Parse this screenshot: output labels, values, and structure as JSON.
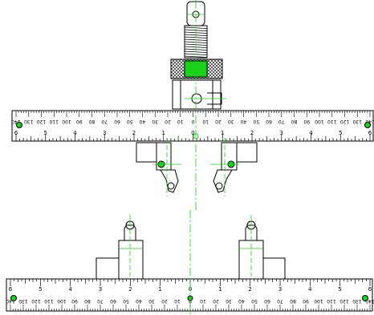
{
  "colors": {
    "line": "#000000",
    "center": "#00c800",
    "knurl": "#000000"
  },
  "top_ruler": {
    "inch_labels": [
      "6",
      "5",
      "4",
      "3",
      "2",
      "1",
      "0",
      "1",
      "2",
      "3",
      "4",
      "5",
      "6"
    ],
    "metric_labels": [
      "140",
      "130",
      "120",
      "110",
      "100",
      "90",
      "80",
      "70",
      "60",
      "50",
      "40",
      "30",
      "20",
      "10",
      "0",
      "10",
      "20",
      "30",
      "40",
      "50",
      "60",
      "70",
      "80",
      "90",
      "100",
      "110",
      "120",
      "130",
      "140"
    ]
  },
  "bottom_ruler": {
    "inch_labels": [
      "6",
      "5",
      "4",
      "3",
      "2",
      "1",
      "0",
      "1",
      "2",
      "3",
      "4",
      "5",
      "6"
    ],
    "metric_labels": [
      "140",
      "130",
      "120",
      "110",
      "100",
      "90",
      "80",
      "70",
      "60",
      "50",
      "40",
      "30",
      "20",
      "10",
      "0",
      "10",
      "20",
      "30",
      "40",
      "50",
      "60",
      "70",
      "80",
      "90",
      "100",
      "110",
      "120",
      "130",
      "140"
    ]
  }
}
